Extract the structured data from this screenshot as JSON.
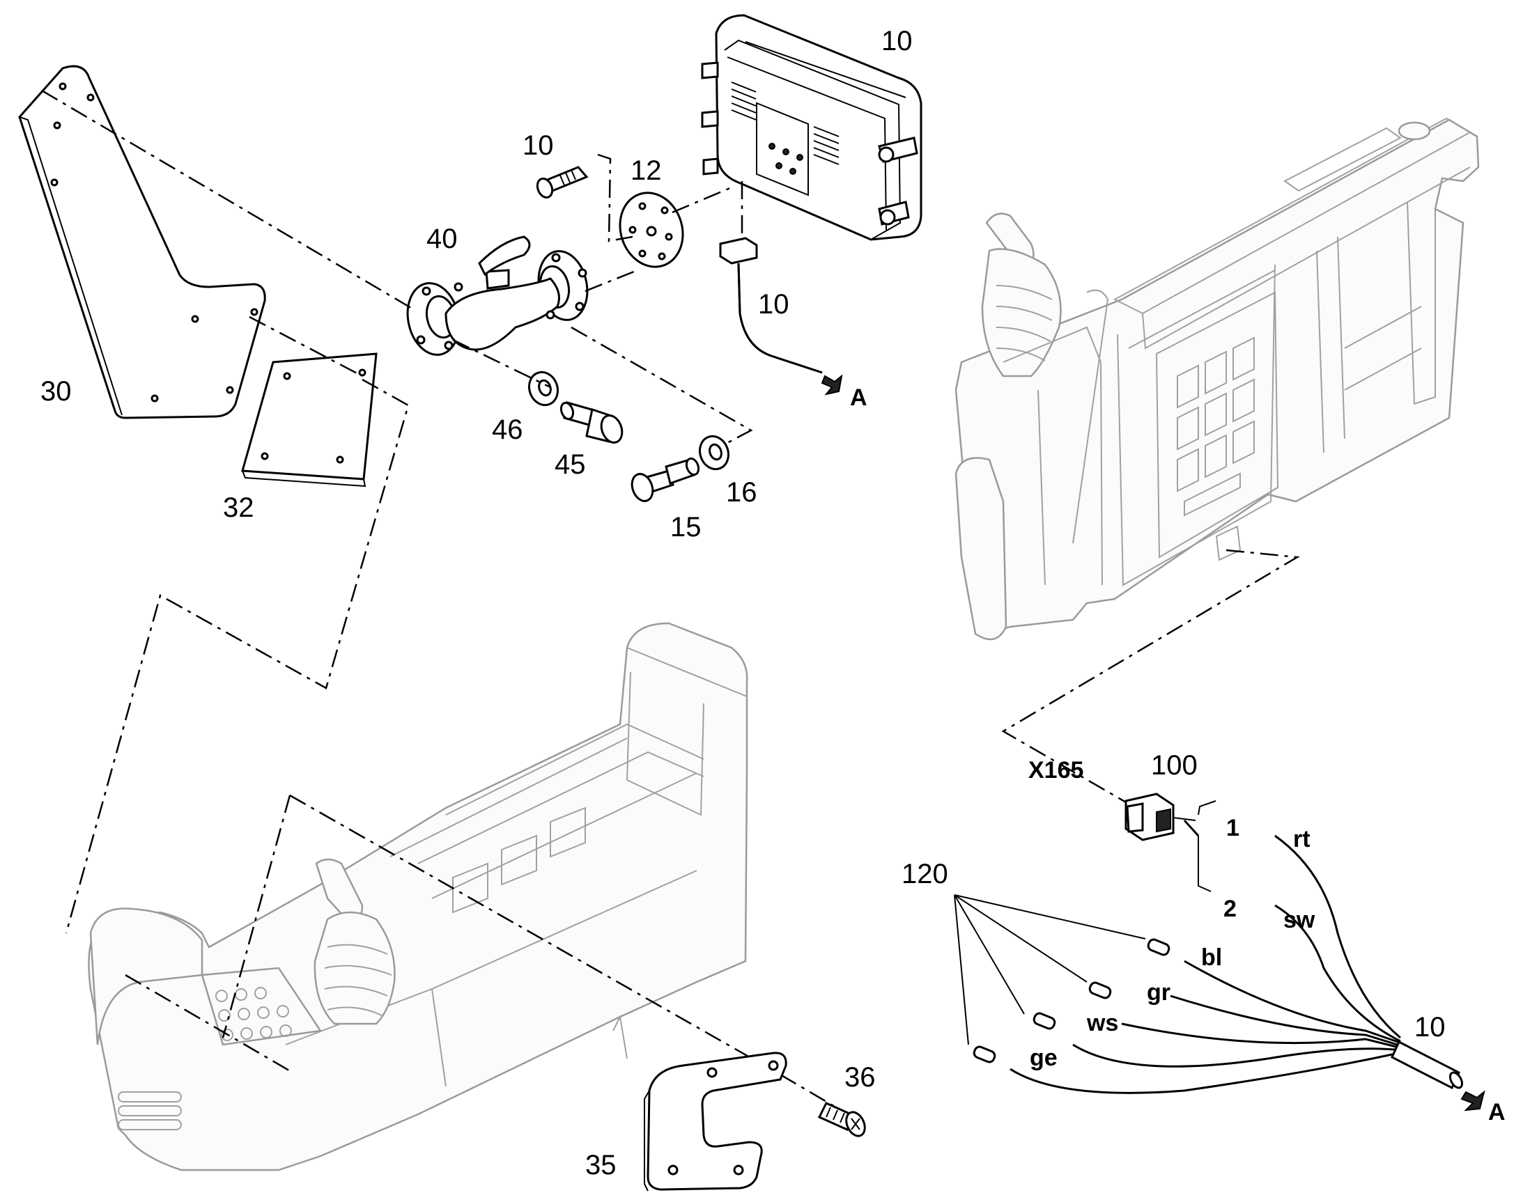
{
  "callouts": {
    "c10_unit": "10",
    "c10_screw": "10",
    "c12": "12",
    "c40": "40",
    "c10_cable": "10",
    "cA_top": "A",
    "c30": "30",
    "c46": "46",
    "c45": "45",
    "c16": "16",
    "c15": "15",
    "c32": "32",
    "cX165": "X165",
    "c100": "100",
    "c1": "1",
    "c2": "2",
    "crt": "rt",
    "csw": "sw",
    "c120": "120",
    "cbl": "bl",
    "cgr": "gr",
    "cws": "ws",
    "cge": "ge",
    "c10_harness": "10",
    "cA_bottom": "A",
    "c36": "36",
    "c35": "35"
  }
}
